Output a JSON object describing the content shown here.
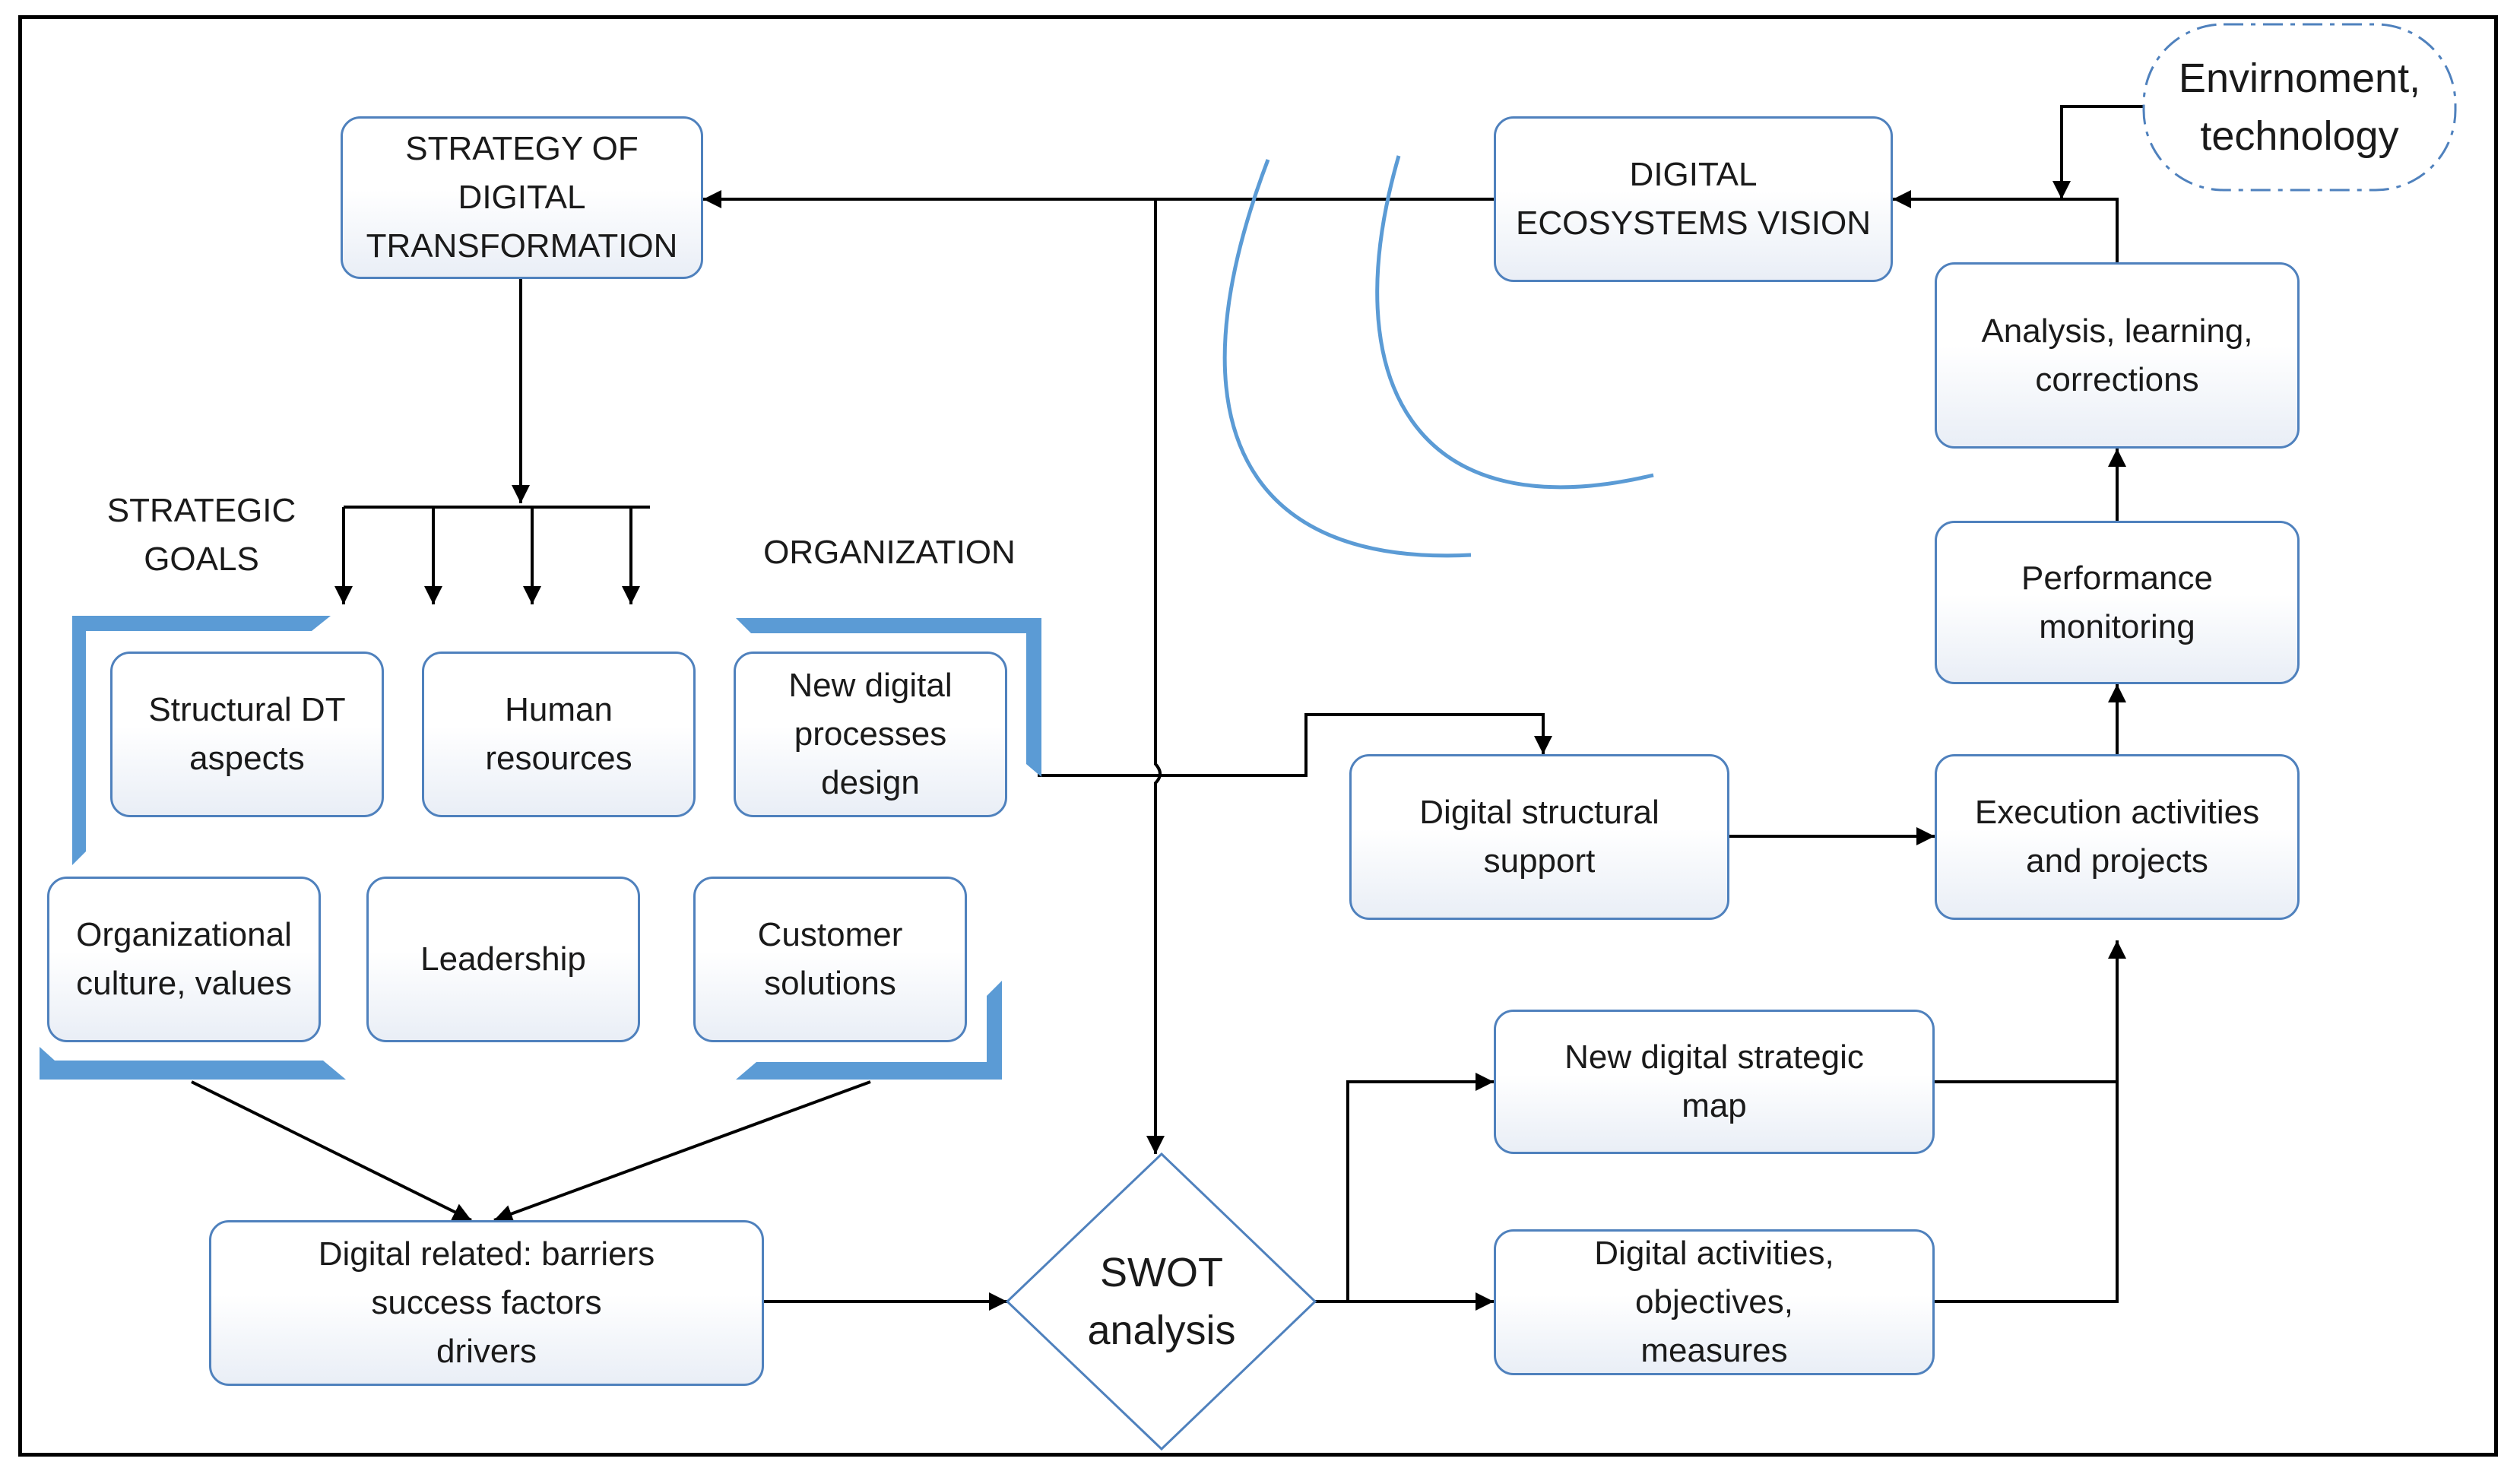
{
  "colors": {
    "box_border": "#4f81bd",
    "bracket": "#5b9bd5",
    "line": "#000000"
  },
  "boxes": {
    "strategy": "STRATEGY OF\nDIGITAL\nTRANSFORMATION",
    "vision": "DIGITAL\nECOSYSTEMS VISION",
    "analysis": "Analysis, learning,\ncorrections",
    "performance": "Performance\nmonitoring",
    "execution": "Execution activities\nand projects",
    "structural_support": "Digital structural\nsupport",
    "strategic_map": "New digital strategic\nmap",
    "activities": "Digital activities,\nobjectives,\nmeasures",
    "barriers": "Digital related: barriers\nsuccess factors\ndrivers",
    "structural_dt": "Structural DT\naspects",
    "human_resources": "Human\nresources",
    "new_processes": "New digital\nprocesses\ndesign",
    "org_culture": "Organizational\nculture, values",
    "leadership": "Leadership",
    "customer_solutions": "Customer\nsolutions"
  },
  "labels": {
    "strategic_goals": "STRATEGIC\nGOALS",
    "organization": "ORGANIZATION",
    "swot": "SWOT\nanalysis",
    "environment": "Envirnoment,\ntechnology"
  }
}
